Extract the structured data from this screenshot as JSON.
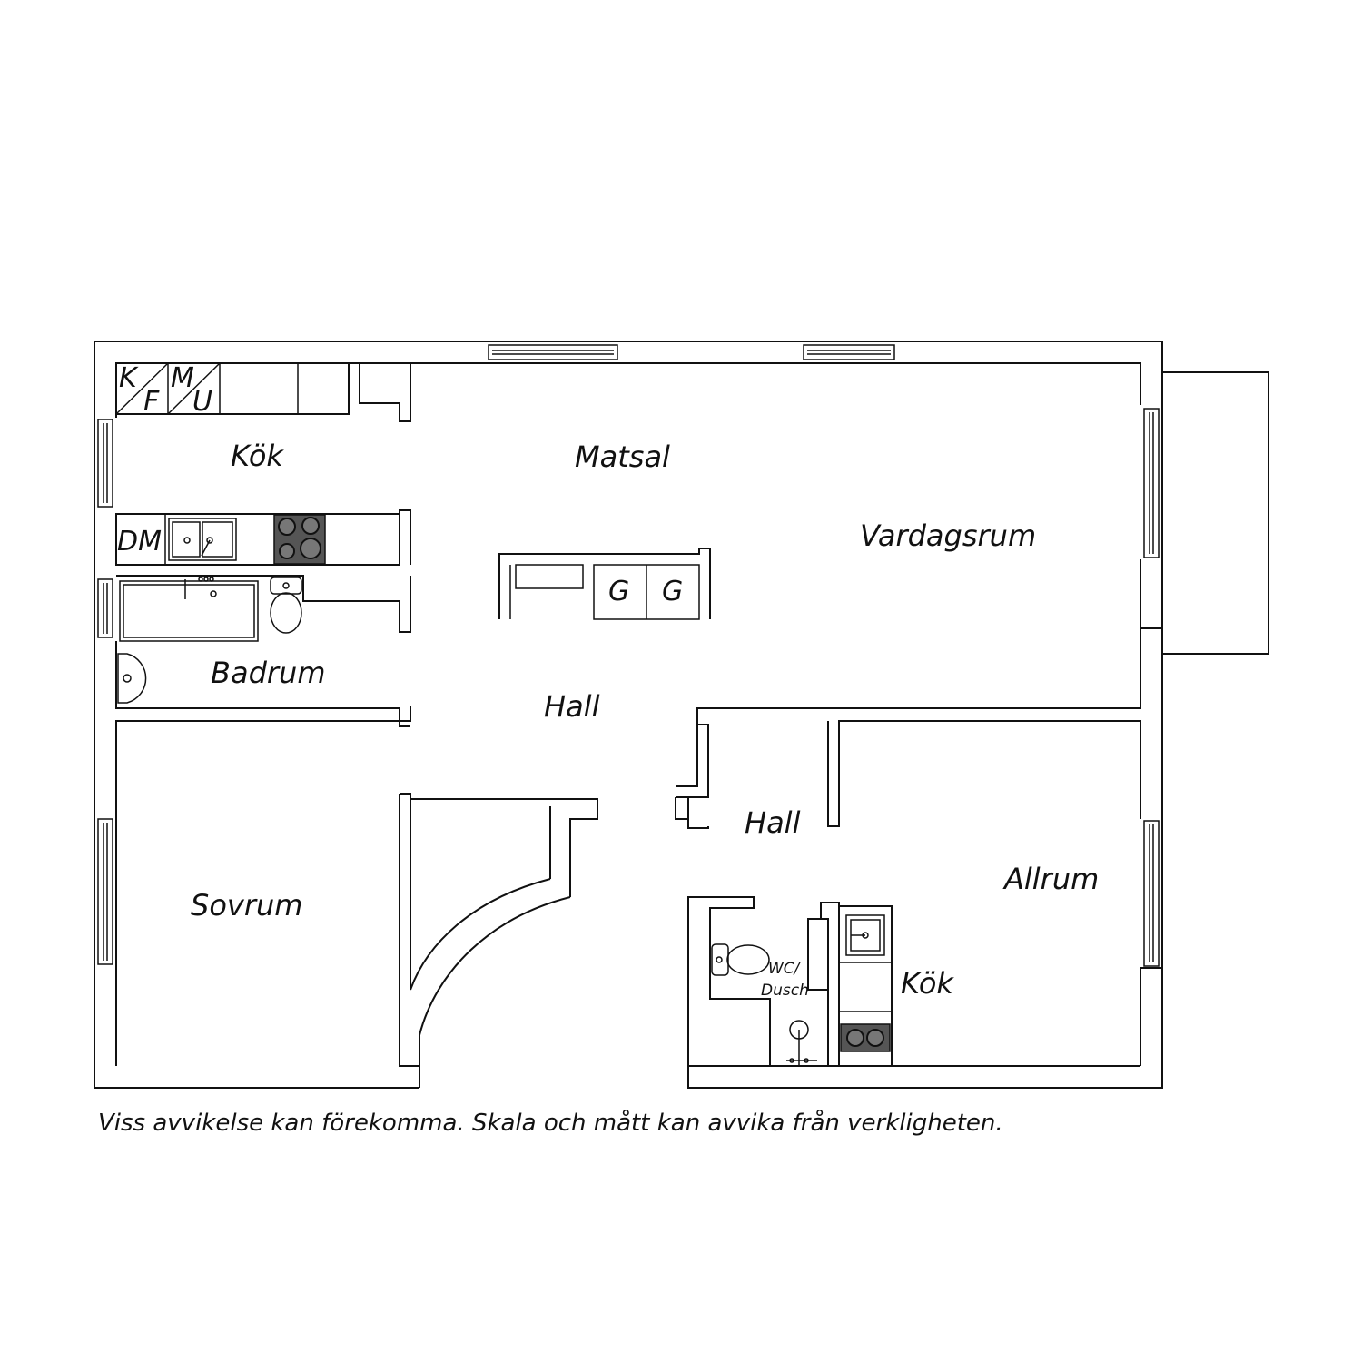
{
  "rooms": {
    "kok_main": "Kök",
    "matsal": "Matsal",
    "vardagsrum": "Vardagsrum",
    "badrum": "Badrum",
    "hall_main": "Hall",
    "hall_small": "Hall",
    "sovrum": "Sovrum",
    "allrum": "Allrum",
    "kok_small": "Kök",
    "wc_line1": "WC/",
    "wc_line2": "Dusch"
  },
  "appliances": {
    "k": "K",
    "f": "F",
    "m": "M",
    "u": "U",
    "dm": "DM",
    "g1": "G",
    "g2": "G"
  },
  "disclaimer": "Viss avvikelse kan förekomma. Skala och mått kan avvika från verkligheten."
}
